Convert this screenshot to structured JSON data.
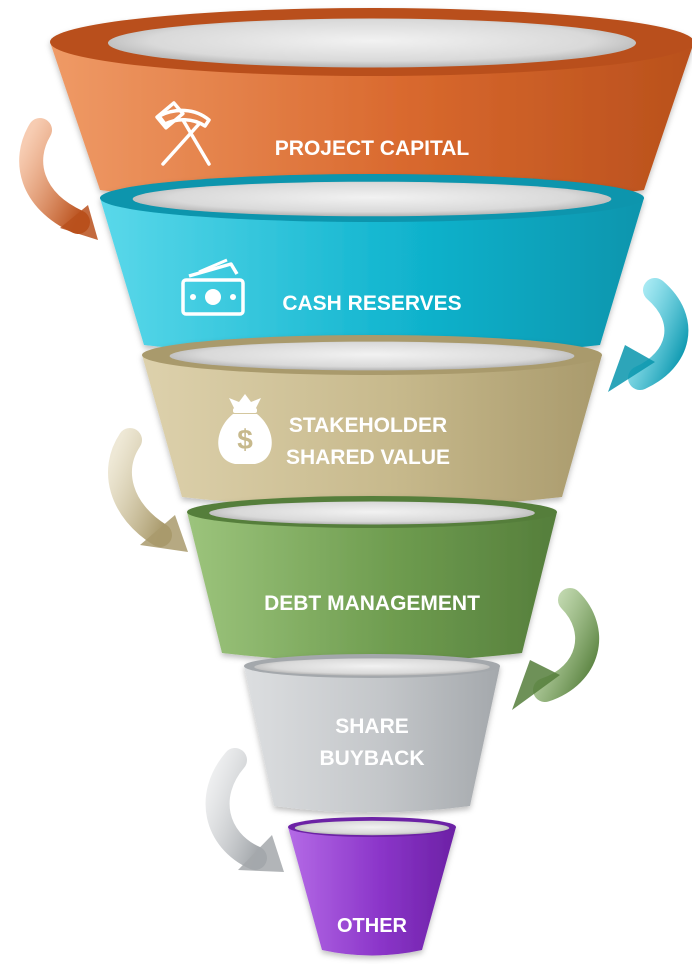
{
  "funnel": {
    "tiers": [
      {
        "label_lines": [
          "PROJECT CAPITAL"
        ],
        "icon": "pickaxe-hammer-icon",
        "color": "#d9692e",
        "color_light": "#ef9a66",
        "color_dark": "#b9501c"
      },
      {
        "label_lines": [
          "CASH RESERVES"
        ],
        "icon": "cash-icon",
        "color": "#12b5cf",
        "color_light": "#5ad8ea",
        "color_dark": "#0895ad"
      },
      {
        "label_lines": [
          "STAKEHOLDER",
          "SHARED VALUE"
        ],
        "icon": "money-bag-icon",
        "color": "#c7b98c",
        "color_light": "#ddd1ac",
        "color_dark": "#a99a6c"
      },
      {
        "label_lines": [
          "DEBT MANAGEMENT"
        ],
        "icon": "none",
        "color": "#6f9d50",
        "color_light": "#9cc47c",
        "color_dark": "#557e3b"
      },
      {
        "label_lines": [
          "SHARE",
          "BUYBACK"
        ],
        "icon": "none",
        "color": "#c3c6c9",
        "color_light": "#dcdee0",
        "color_dark": "#a4a8ac"
      },
      {
        "label_lines": [
          "OTHER"
        ],
        "icon": "none",
        "color": "#8b35c9",
        "color_light": "#b46ae6",
        "color_dark": "#6c21a5"
      }
    ]
  }
}
